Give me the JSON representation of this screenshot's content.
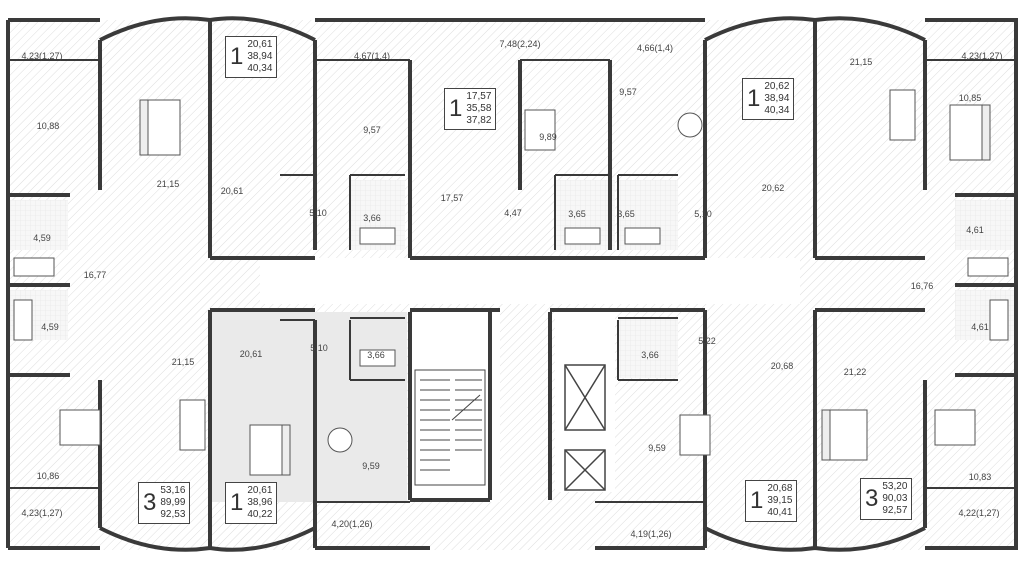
{
  "floor_plan": {
    "apartments": [
      {
        "id": "apt-top-1",
        "rooms": "1",
        "areas": [
          "20,61",
          "38,94",
          "40,34"
        ]
      },
      {
        "id": "apt-top-center",
        "rooms": "1",
        "areas": [
          "17,57",
          "35,58",
          "37,82"
        ]
      },
      {
        "id": "apt-top-right",
        "rooms": "1",
        "areas": [
          "20,62",
          "38,94",
          "40,34"
        ]
      },
      {
        "id": "apt-bottom-left",
        "rooms": "3",
        "areas": [
          "53,16",
          "89,99",
          "92,53"
        ]
      },
      {
        "id": "apt-bottom-1",
        "rooms": "1",
        "areas": [
          "20,61",
          "38,96",
          "40,22"
        ]
      },
      {
        "id": "apt-bottom-right-1",
        "rooms": "1",
        "areas": [
          "20,68",
          "39,15",
          "40,41"
        ]
      },
      {
        "id": "apt-bottom-right",
        "rooms": "3",
        "areas": [
          "53,20",
          "90,03",
          "92,57"
        ]
      }
    ],
    "room_areas": {
      "b1": "4,23(1,27)",
      "b2": "4,67(1,4)",
      "b3": "7,48(2,24)",
      "b4": "4,66(1,4)",
      "b5": "4,23(1,27)",
      "r1": "10,88",
      "r2": "21,15",
      "r3": "20,61",
      "r4": "9,57",
      "r5": "9,57",
      "r6": "9,89",
      "r7": "21,15",
      "r8": "10,85",
      "r9": "5,10",
      "r10": "3,66",
      "r11": "17,57",
      "r12": "4,47",
      "r13": "3,65",
      "r14": "3,65",
      "r15": "5,10",
      "r16": "20,62",
      "r17": "4,59",
      "r18": "16,77",
      "r19": "4,61",
      "r20": "16,76",
      "r21": "4,59",
      "r22": "4,61",
      "r23": "21,15",
      "r24": "20,61",
      "r25": "5,10",
      "r26": "3,66",
      "r27": "3,66",
      "r28": "5,22",
      "r29": "20,68",
      "r30": "21,22",
      "r31": "10,86",
      "r32": "9,59",
      "r33": "9,59",
      "r34": "10,83",
      "b6": "4,23(1,27)",
      "b7": "4,20(1,26)",
      "b8": "4,19(1,26)",
      "b9": "4,22(1,27)"
    }
  }
}
